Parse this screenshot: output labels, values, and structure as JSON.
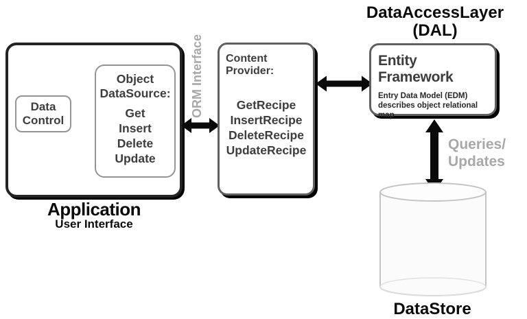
{
  "colors": {
    "box_border_gray": "#606060",
    "inner_border_gray": "#949494",
    "shadow_black": "#000000",
    "text_dark_gray": "#3d3d3d",
    "text_light_gray": "#a8a8a8",
    "text_black": "#0b0b0b",
    "cylinder_fill": "#fbfbfb",
    "cylinder_stroke": "#c4c4c4"
  },
  "application": {
    "title": "Application",
    "subtitle": "User Interface",
    "data_control": {
      "line1": "Data",
      "line2": "Control"
    },
    "object_datasource": {
      "heading_line1": "Object",
      "heading_line2": "DataSource:",
      "methods": [
        "Get",
        "Insert",
        "Delete",
        "Update"
      ]
    }
  },
  "orm_interface": {
    "label": "ORM Interface"
  },
  "content_provider": {
    "title": "Content Provider:",
    "methods": [
      "GetRecipe",
      "InsertRecipe",
      "DeleteRecipe",
      "UpdateRecipe"
    ]
  },
  "dal": {
    "title_line1": "DataAccessLayer",
    "title_line2": "(DAL)"
  },
  "entity_framework": {
    "title": "Entity Framework",
    "description_line1": "Entry Data Model (EDM)",
    "description_line2": "describes object relational map"
  },
  "queries_updates": {
    "line1": "Queries/",
    "line2": "Updates"
  },
  "datastore": {
    "label": "DataStore"
  }
}
